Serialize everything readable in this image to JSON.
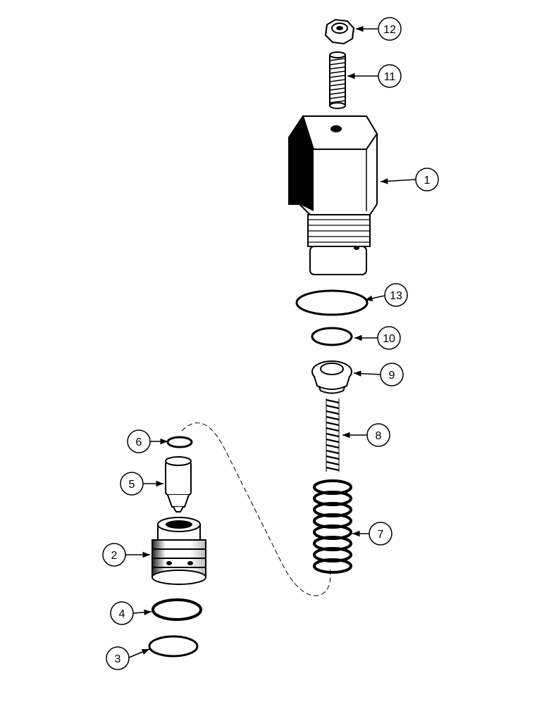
{
  "diagram": {
    "type": "exploded-parts-view",
    "callouts": [
      {
        "id": "c1",
        "label": "1",
        "part": "valve-body"
      },
      {
        "id": "c2",
        "label": "2",
        "part": "valve-seat"
      },
      {
        "id": "c3",
        "label": "3",
        "part": "o-ring"
      },
      {
        "id": "c4",
        "label": "4",
        "part": "backup-ring"
      },
      {
        "id": "c5",
        "label": "5",
        "part": "poppet"
      },
      {
        "id": "c6",
        "label": "6",
        "part": "o-ring"
      },
      {
        "id": "c7",
        "label": "7",
        "part": "outer-spring"
      },
      {
        "id": "c8",
        "label": "8",
        "part": "inner-spring"
      },
      {
        "id": "c9",
        "label": "9",
        "part": "spring-guide"
      },
      {
        "id": "c10",
        "label": "10",
        "part": "o-ring"
      },
      {
        "id": "c11",
        "label": "11",
        "part": "adjusting-screw"
      },
      {
        "id": "c12",
        "label": "12",
        "part": "lock-nut"
      },
      {
        "id": "c13",
        "label": "13",
        "part": "o-ring"
      }
    ]
  }
}
